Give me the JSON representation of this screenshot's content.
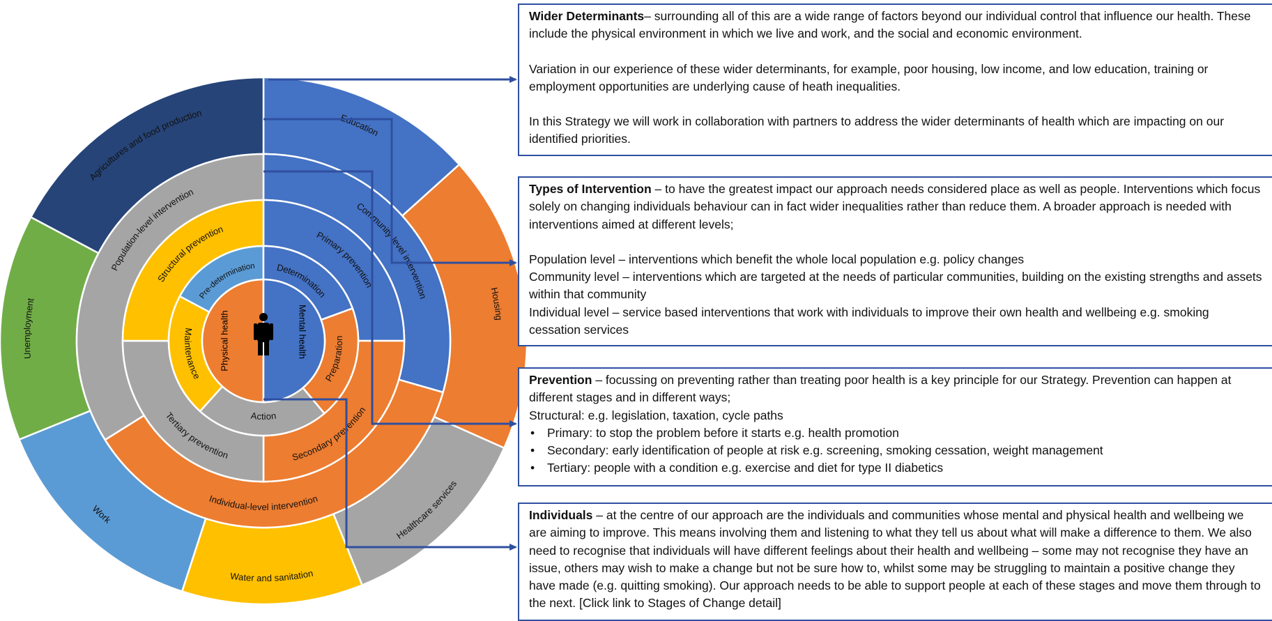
{
  "diagram": {
    "rings": {
      "outer": [
        "Education",
        "Housing",
        "Healthcare services",
        "Water and sanitation",
        "Work",
        "Unemployment",
        "Agricultures and food production"
      ],
      "level": [
        "Population-level intervention",
        "Community-level intervention",
        "Individual-level intervention"
      ],
      "prevention": [
        "Structural prevention",
        "Primary prevention",
        "Secondary prevention",
        "Tertiary prevention"
      ],
      "stages": [
        "Pre-determination",
        "Determination",
        "Preparation",
        "Action",
        "Maintenance"
      ],
      "centre": [
        "Physical health",
        "Mental health"
      ]
    },
    "icon": "person-icon",
    "colors": {
      "dark_blue": "#264478",
      "blue": "#4472C4",
      "light_blue": "#5B9BD5",
      "orange": "#ED7D31",
      "grey": "#A5A5A5",
      "gold": "#FFC000",
      "green": "#70AD47",
      "arrow": "#2F4FA0"
    }
  },
  "panels": {
    "wider": {
      "title": "Wider Determinants",
      "p1": "– surrounding all of this are a wide range of factors beyond our individual control that influence our health. These include the physical environment in which we live and work, and the social and economic environment.",
      "p2": "Variation in our experience of these wider determinants, for example, poor housing, low income, and low education, training or employment opportunities are underlying cause of heath inequalities.",
      "p3": "In this Strategy we will work in collaboration with partners to address the wider determinants of health which are impacting on our identified priorities."
    },
    "types": {
      "title": "Types of Intervention",
      "p1": " – to have the greatest impact our approach needs considered place as well as people. Interventions which focus solely on changing individuals behaviour can in fact wider inequalities rather than reduce them. A broader approach is needed with interventions aimed at different levels;",
      "l1": "Population level – interventions which benefit the whole local population e.g. policy changes",
      "l2": "Community level – interventions which are targeted at the needs of particular communities, building on the existing strengths and assets within that community",
      "l3": "Individual level – service based interventions that work with individuals to improve their own health and wellbeing e.g. smoking cessation services"
    },
    "prevention": {
      "title": "Prevention",
      "p1": " – focussing on preventing rather than treating poor health is a key principle for our Strategy. Prevention can happen at different stages and in different ways;",
      "structural": " Structural: e.g. legislation, taxation, cycle paths",
      "bullets": [
        "Primary: to stop the problem before it starts e.g. health promotion",
        "Secondary: early identification of people at risk e.g. screening, smoking cessation, weight management",
        "Tertiary: people with a condition e.g. exercise and diet for type II diabetics"
      ]
    },
    "individuals": {
      "title": "Individuals",
      "p1": " – at the centre of our approach are the individuals and communities whose mental and physical health and wellbeing we are aiming to improve. This means involving them and listening to what they tell us about what will make a difference to them. We also need to recognise that individuals will have different feelings about their health and wellbeing – some may not recognise they have an issue, others may wish to make a change but not be sure how to, whilst some may be struggling to maintain a positive change they have made (e.g. quitting smoking). Our approach needs to be able to support people at each of these stages and move them through to the next. [Click link to Stages of Change detail]"
    }
  }
}
